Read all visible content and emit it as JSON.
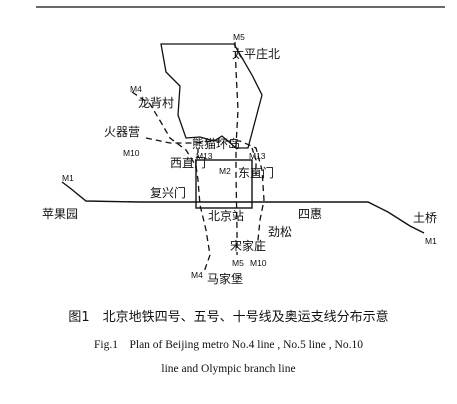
{
  "stations": {
    "taipingzhuangbei": "太平庄北",
    "longbeicun": "龙背村",
    "huoqiying": "火器营",
    "xiongmaohuandao": "熊猫环岛",
    "xizhimen": "西直门",
    "dongzhimen": "东直门",
    "fuxingmen": "复兴门",
    "pingguoyuan": "苹果园",
    "beijingzhan": "北京站",
    "sihui": "四惠",
    "tuqiao": "土桥",
    "jinsong": "劲松",
    "songjiazhuang": "宋家庄",
    "majiapu": "马家堡"
  },
  "line_tags": {
    "m5_top": "M5",
    "m4_top": "M4",
    "m10_left": "M10",
    "m13_left": "M13",
    "m13_right": "M13",
    "m2": "M2",
    "m1_left": "M1",
    "m1_right": "M1",
    "m5_bottom": "M5",
    "m10_bottom": "M10",
    "m4_bottom": "M4"
  },
  "caption": {
    "chinese": "图1　北京地铁四号、五号、十号线及奥运支线分布示意",
    "english_line1": "Fig.1　Plan of Beijing metro No.4 line , No.5 line , No.10",
    "english_line2": "line and Olympic branch line"
  }
}
